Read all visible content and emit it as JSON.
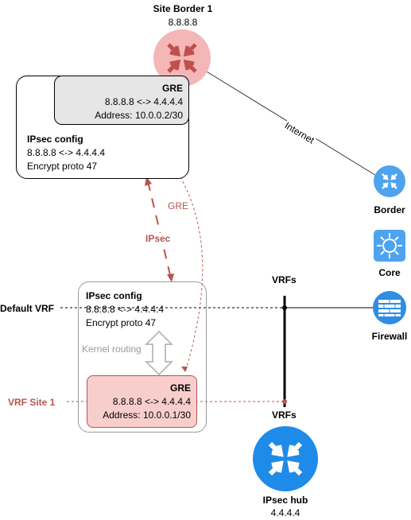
{
  "nodes": {
    "site_border": {
      "title": "Site Border 1",
      "ip": "8.8.8.8",
      "icon": "router-icon",
      "color": "#f4b6b6",
      "arrow_color": "#c0504d"
    },
    "border": {
      "label": "Border",
      "icon": "router-icon",
      "color": "#4ea3ef"
    },
    "core": {
      "label": "Core",
      "icon": "switch-icon",
      "color": "#4ea3ef"
    },
    "firewall": {
      "label": "Firewall",
      "icon": "firewall-icon",
      "color": "#2f8de4"
    },
    "ipsec_hub": {
      "title": "IPsec hub",
      "ip": "4.4.4.4",
      "icon": "router-icon",
      "color": "#1f8be8"
    }
  },
  "top_box": {
    "gre": {
      "title": "GRE",
      "tunnel": "8.8.8.8 <-> 4.4.4.4",
      "address": "Address: 10.0.0.2/30",
      "fill": "#e6e6e6"
    },
    "ipsec": {
      "title": "IPsec config",
      "tunnel": "8.8.8.8 <-> 4.4.4.4",
      "encrypt": "Encrypt proto 47"
    }
  },
  "bottom_box": {
    "ipsec": {
      "title": "IPsec config",
      "tunnel": "8.8.8.8 <-> 4.4.4.4",
      "encrypt": "Encrypt proto 47"
    },
    "kernel_routing": "Kernel routing",
    "gre": {
      "title": "GRE",
      "tunnel": "8.8.8.8 <-> 4.4.4.4",
      "address": "Address: 10.0.0.1/30",
      "fill": "#f8cecc"
    }
  },
  "links": {
    "internet": "Internet",
    "gre": "GRE",
    "ipsec": "IPsec",
    "vrfs_top": "VRFs",
    "vrfs_bottom": "VRFs",
    "default_vrf": "Default VRF",
    "vrf_site1": "VRF Site 1"
  },
  "colors": {
    "accent_red": "#b85450",
    "line": "#000000",
    "frame": "#999999"
  }
}
